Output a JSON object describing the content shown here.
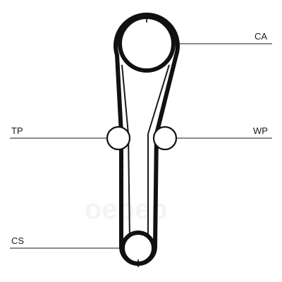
{
  "diagram": {
    "labels": {
      "ca": "CA",
      "tp": "TP",
      "wp": "WP",
      "cs": "CS"
    },
    "watermark": "oeoep",
    "colors": {
      "line": "#111111",
      "background": "#ffffff",
      "watermark": "#000000"
    }
  }
}
